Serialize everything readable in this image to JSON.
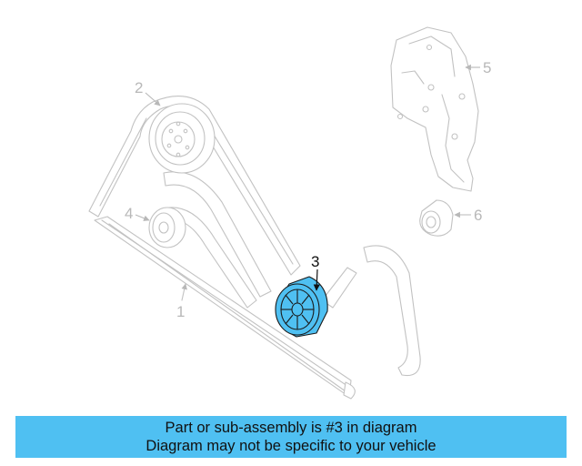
{
  "callouts": {
    "c1": "1",
    "c2": "2",
    "c3": "3",
    "c4": "4",
    "c5": "5",
    "c6": "6"
  },
  "highlight_color": "#4fc0f2",
  "banner": {
    "line1": "Part or sub-assembly is #3 in diagram",
    "line2": "Diagram may not be specific to your vehicle"
  }
}
